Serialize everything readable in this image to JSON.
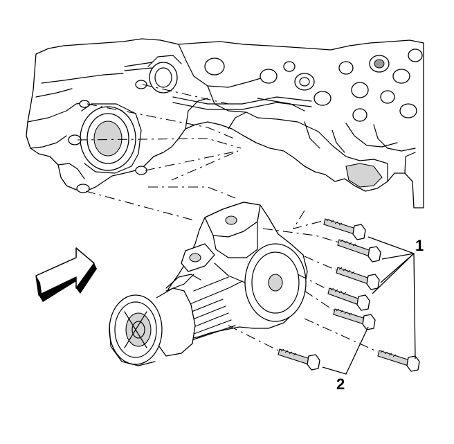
{
  "diagram": {
    "callouts": [
      {
        "id": "bolts-upper",
        "label": "1"
      },
      {
        "id": "bolts-lower",
        "label": "2"
      }
    ],
    "colors": {
      "line": "#000000",
      "shade": "#d4d4d4",
      "dark_shade": "#9a9a9a",
      "background": "#ffffff"
    },
    "icons": [
      "direction-arrow-icon"
    ]
  }
}
